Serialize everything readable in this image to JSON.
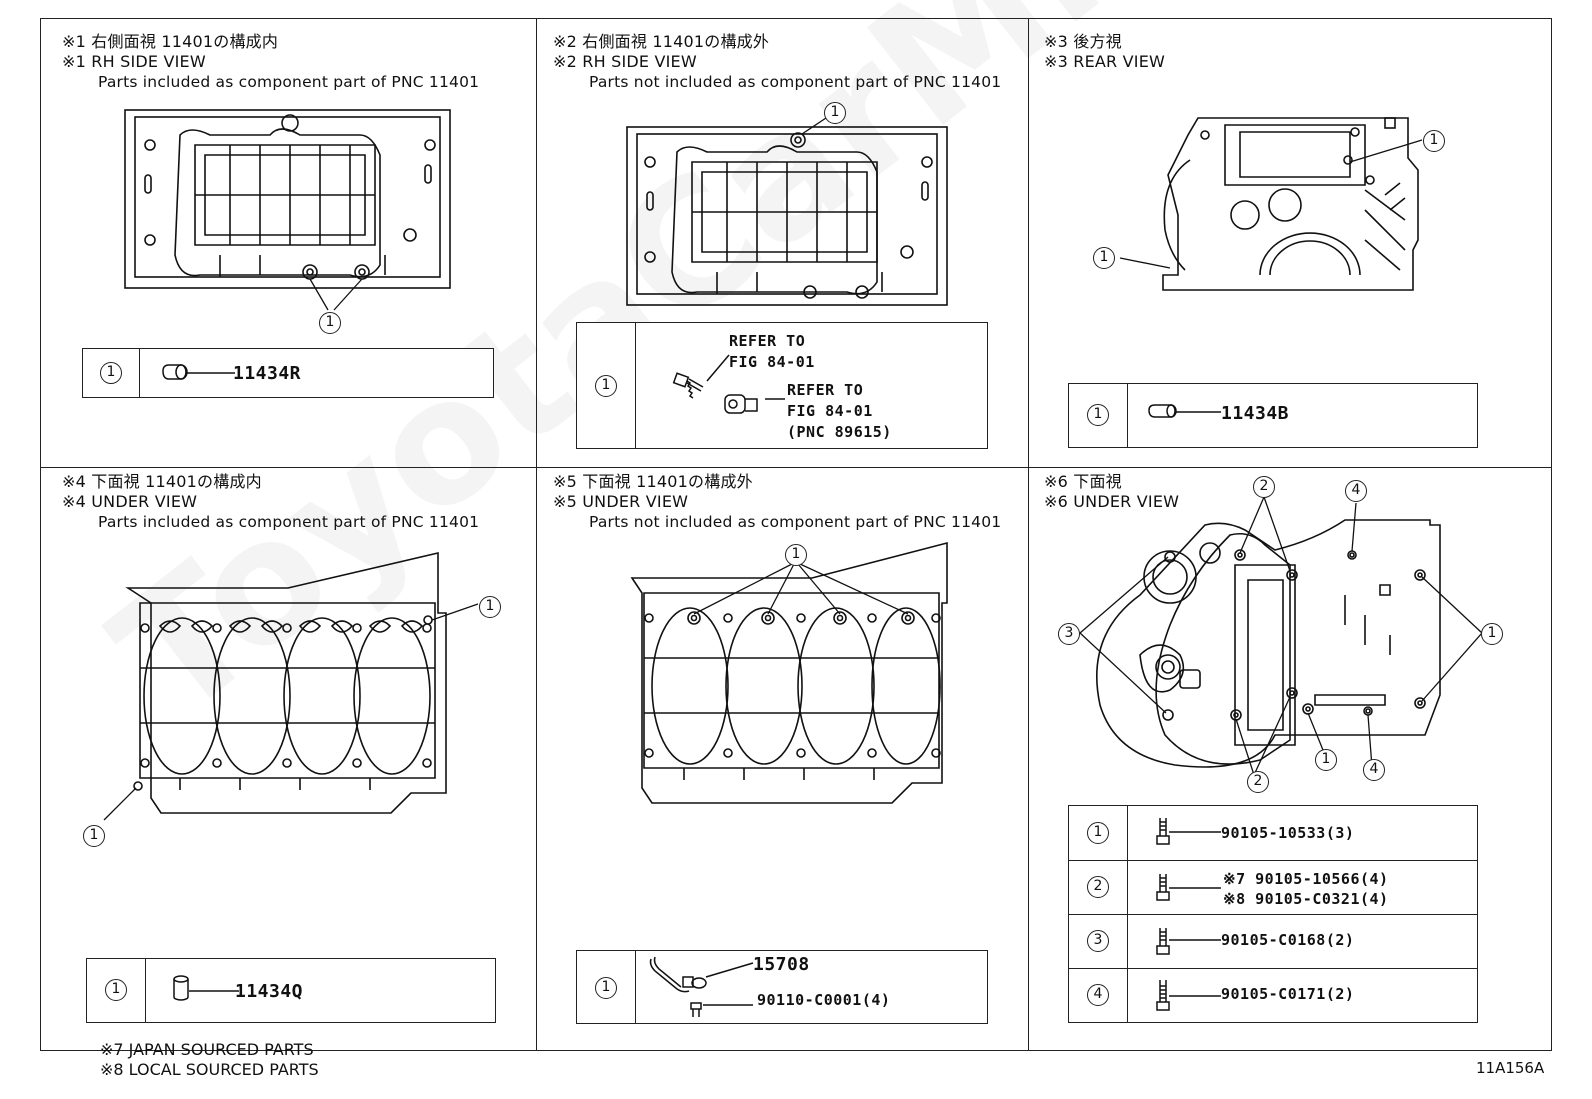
{
  "panels": [
    {
      "id": "p1",
      "jp": "※1 右側面視 11401の構成内",
      "en": "※1 RH SIDE VIEW",
      "note": "Parts included as component part of PNC 11401",
      "legend": [
        {
          "num": "1",
          "part": "11434R"
        }
      ]
    },
    {
      "id": "p2",
      "jp": "※2 右側面視 11401の構成外",
      "en": "※2 RH SIDE VIEW",
      "note": "Parts not included as component part of PNC 11401",
      "legend": [
        {
          "num": "1",
          "refer1_a": "REFER TO",
          "refer1_b": "FIG 84-01",
          "refer2_a": "REFER TO",
          "refer2_b": "FIG 84-01",
          "refer2_c": "(PNC 89615)"
        }
      ]
    },
    {
      "id": "p3",
      "jp": "※3 後方視",
      "en": "※3 REAR VIEW",
      "note": "",
      "legend": [
        {
          "num": "1",
          "part": "11434B"
        }
      ]
    },
    {
      "id": "p4",
      "jp": "※4 下面視 11401の構成内",
      "en": "※4 UNDER VIEW",
      "note": "Parts included as component part of PNC 11401",
      "legend": [
        {
          "num": "1",
          "part": "11434Q"
        }
      ]
    },
    {
      "id": "p5",
      "jp": "※5 下面視 11401の構成外",
      "en": "※5 UNDER VIEW",
      "note": "Parts not included as component part of PNC 11401",
      "legend": [
        {
          "num": "1",
          "part_a": "15708",
          "part_b": "90110-C0001(4)"
        }
      ]
    },
    {
      "id": "p6",
      "jp": "※6 下面視",
      "en": "※6 UNDER VIEW",
      "note": "",
      "legend": [
        {
          "num": "1",
          "part": "90105-10533(3)"
        },
        {
          "num": "2",
          "part_a": "※7 90105-10566(4)",
          "part_b": "※8 90105-C0321(4)"
        },
        {
          "num": "3",
          "part": "90105-C0168(2)"
        },
        {
          "num": "4",
          "part": "90105-C0171(2)"
        }
      ]
    }
  ],
  "callouts": {
    "one": "1",
    "two": "2",
    "three": "3",
    "four": "4"
  },
  "footer": {
    "note7": "※7 JAPAN SOURCED PARTS",
    "note8": "※8 LOCAL SOURCED PARTS",
    "fig_id": "11A156A"
  },
  "watermark": "ToyotaCarMine.ru"
}
